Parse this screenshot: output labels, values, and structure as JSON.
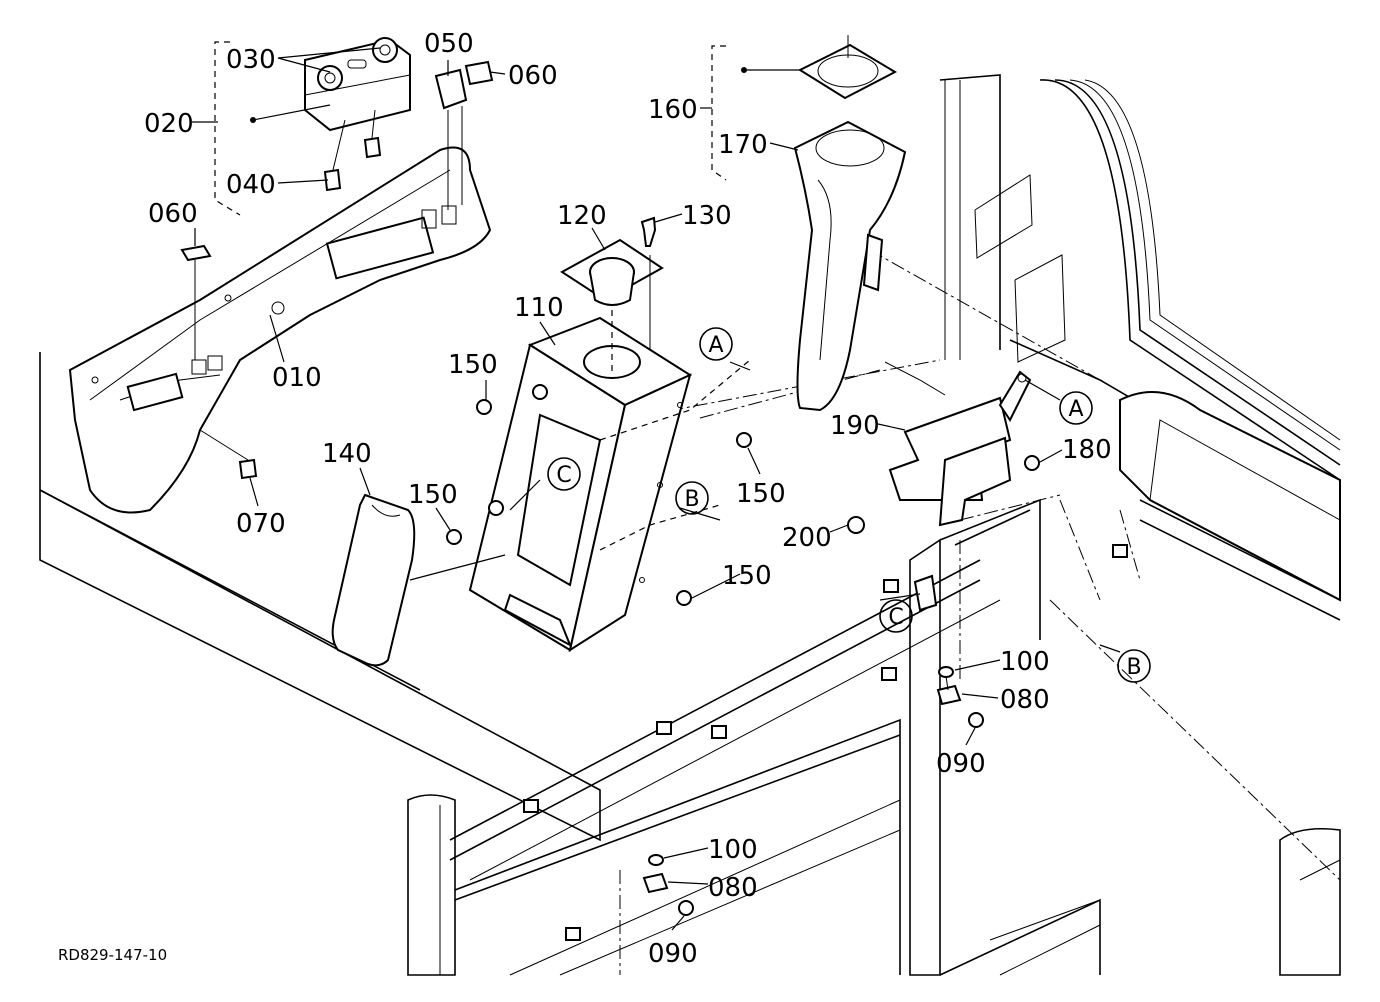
{
  "diagram": {
    "drawing_code": "RD829-147-10",
    "part_labels": {
      "p010": "010",
      "p020": "020",
      "p030": "030",
      "p040": "040",
      "p050": "050",
      "p060a": "060",
      "p060b": "060",
      "p070": "070",
      "p080a": "080",
      "p080b": "080",
      "p090a": "090",
      "p090b": "090",
      "p100a": "100",
      "p100b": "100",
      "p110": "110",
      "p120": "120",
      "p130": "130",
      "p140": "140",
      "p150a": "150",
      "p150b": "150",
      "p150c": "150",
      "p150d": "150",
      "p160": "160",
      "p170": "170",
      "p180": "180",
      "p190": "190",
      "p200": "200"
    },
    "reference_markers": {
      "a1": "A",
      "a2": "A",
      "b1": "B",
      "b2": "B",
      "c1": "C",
      "c2": "C"
    }
  }
}
